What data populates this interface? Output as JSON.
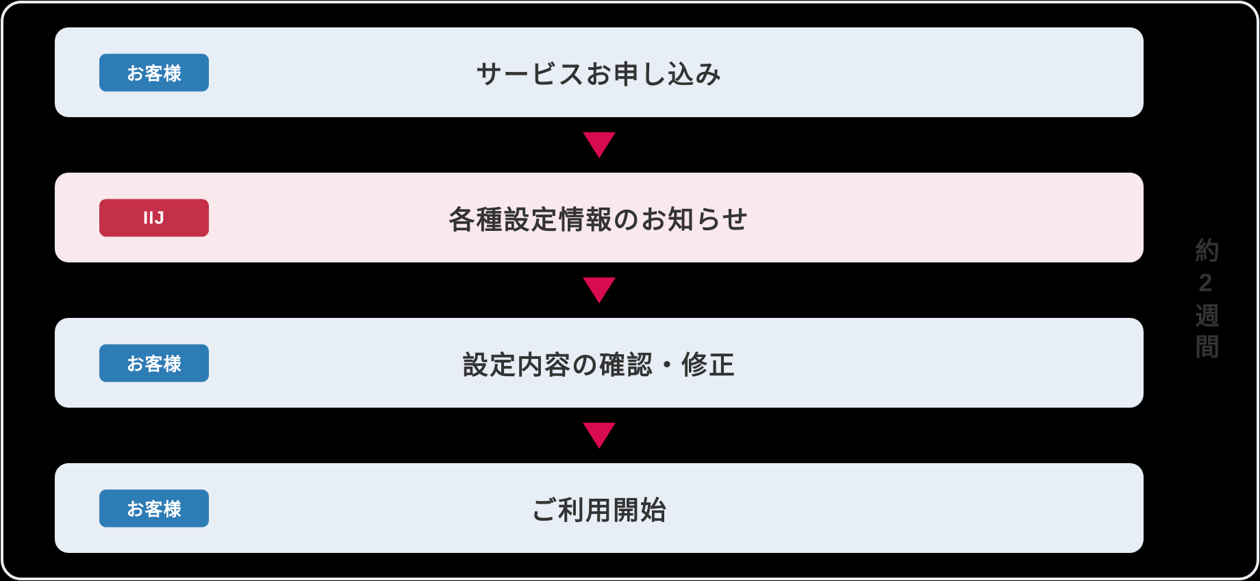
{
  "palette": {
    "background": "#000000",
    "frame_outline": "#e9eef3",
    "row_light": "#e8eef5",
    "row_pink": "#f9e8ec",
    "badge_customer": "#2e7cb5",
    "badge_provider": "#c53049",
    "arrow": "#d70b4e",
    "text": "#333333"
  },
  "flow": {
    "steps": [
      {
        "actor": "お客様",
        "actor_type": "customer",
        "label": "サービスお申し込み"
      },
      {
        "actor": "IIJ",
        "actor_type": "provider",
        "label": "各種設定情報のお知らせ"
      },
      {
        "actor": "お客様",
        "actor_type": "customer",
        "label": "設定内容の確認・修正"
      },
      {
        "actor": "お客様",
        "actor_type": "customer",
        "label": "ご利用開始"
      }
    ],
    "duration_note": "約2週間"
  }
}
